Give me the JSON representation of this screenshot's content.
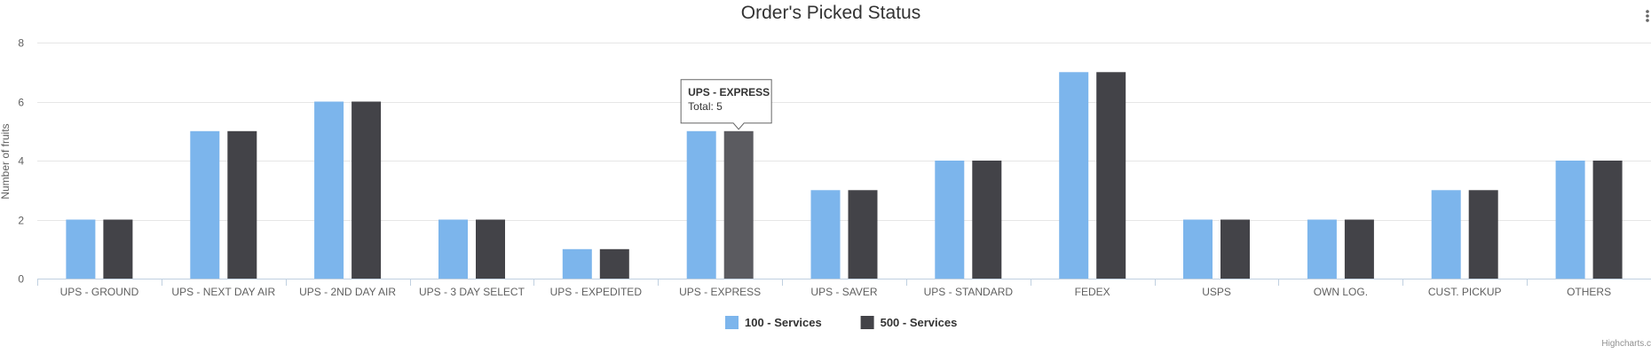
{
  "chart_data": {
    "type": "bar",
    "title": "Order's Picked Status",
    "xlabel": "",
    "ylabel": "Number of fruits",
    "ylim": [
      0,
      8
    ],
    "yticks": [
      0,
      2,
      4,
      6,
      8
    ],
    "grid": true,
    "legend_position": "bottom-center",
    "categories": [
      "UPS - GROUND",
      "UPS - NEXT DAY AIR",
      "UPS - 2ND DAY AIR",
      "UPS - 3 DAY SELECT",
      "UPS - EXPEDITED",
      "UPS - EXPRESS",
      "UPS - SAVER",
      "UPS - STANDARD",
      "FEDEX",
      "USPS",
      "OWN LOG.",
      "CUST. PICKUP",
      "OTHERS"
    ],
    "series": [
      {
        "name": "100 - Services",
        "color": "#7cb5ec",
        "values": [
          2,
          5,
          6,
          2,
          1,
          5,
          3,
          4,
          7,
          2,
          2,
          3,
          4
        ]
      },
      {
        "name": "500 - Services",
        "color": "#434348",
        "hover_color": "#5b5b60",
        "values": [
          2,
          5,
          6,
          2,
          1,
          5,
          3,
          4,
          7,
          2,
          2,
          3,
          4
        ]
      }
    ],
    "tooltip": {
      "title": "UPS - EXPRESS",
      "body": "Total: 5",
      "category_index": 5,
      "series_index": 1
    },
    "credits": "Highcharts.c",
    "menu_icon": "context-menu-icon"
  }
}
